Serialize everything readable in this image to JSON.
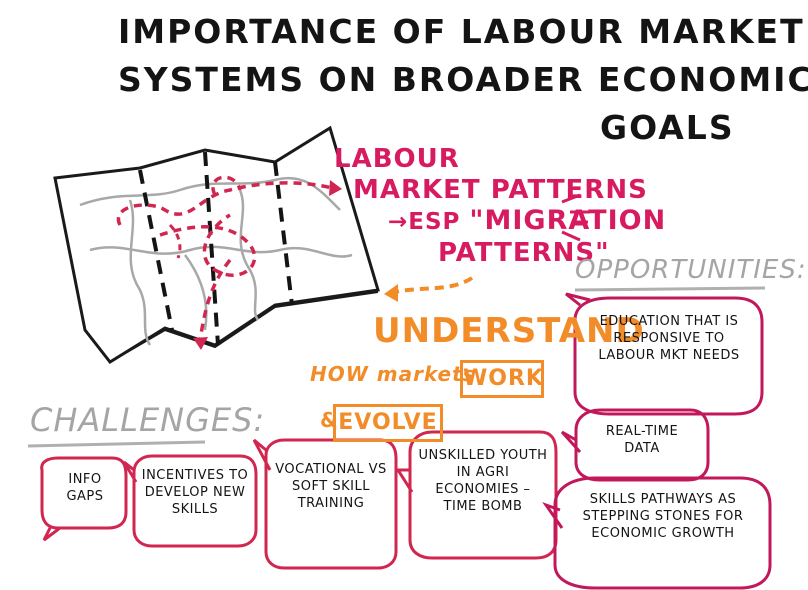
{
  "title": {
    "line1": "IMPORTANCE of LABOUR MARKET",
    "line2": "SYSTEMS on BROADER ECONOMIC",
    "line3": "GOALS"
  },
  "center": {
    "labour_line1": "LABOUR",
    "labour_line2": "MARKET PATTERNS",
    "esp_prefix": "→ESP ",
    "migration": "\"MIGRATION",
    "patterns": "PATTERNS\"",
    "understand": "UNDERSTAND",
    "how_markets": "HOW markets",
    "work": "WORK",
    "amp": "&",
    "evolve": "EVOLVE"
  },
  "challenges": {
    "heading": "CHALLENGES:",
    "items": [
      "INFO GAPS",
      "INCENTIVES to DEVELOP NEW SKILLS",
      "VOCATIONAL vs SOFT SKILL TRAINING",
      "UNSKILLED YOUTH in AGRI ECONOMIES – TIME BOMB"
    ]
  },
  "opportunities": {
    "heading": "OPPORTUNITIES:",
    "items": [
      "EDUCATION that is RESPONSIVE to LABOUR MKT NEEDS",
      "REAL-TIME DATA",
      "SKILLS PATHWAYS as STEPPING STONES for ECONOMIC GROWTH"
    ]
  },
  "colors": {
    "ink": "#141414",
    "pink": "#d81b60",
    "magenta": "#c2185b",
    "orange": "#f28c28",
    "grey": "#9e9e9e",
    "red": "#d0264f"
  },
  "icons": {
    "map": "folded-map-icon",
    "arrow": "dashed-arrow-icon"
  }
}
